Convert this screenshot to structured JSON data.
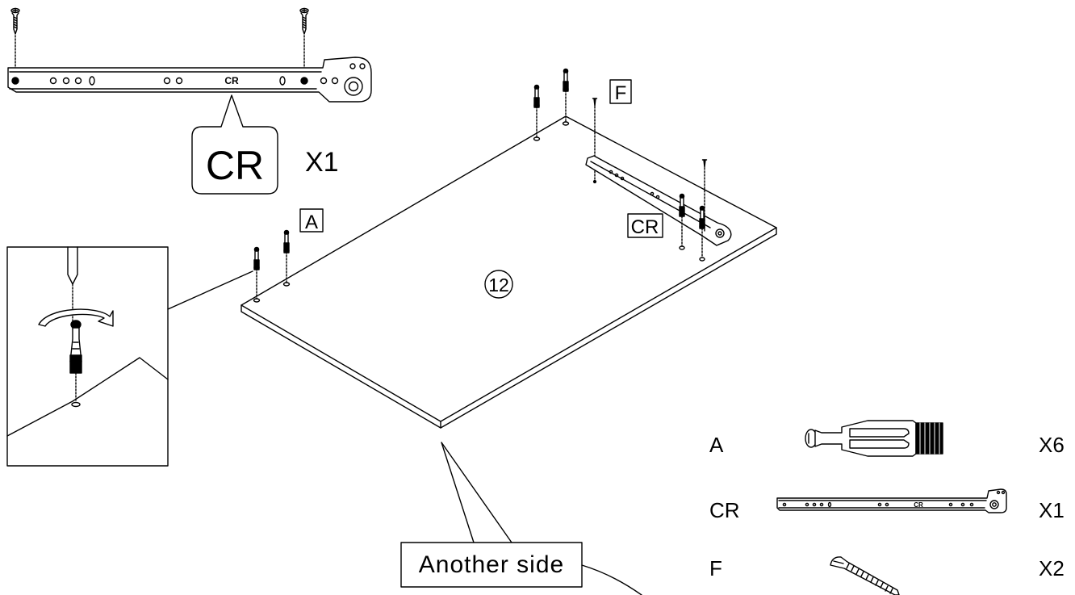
{
  "rail_callout": {
    "engraving": "CR",
    "label": "CR",
    "qty": "X1"
  },
  "panel": {
    "number": "12"
  },
  "callouts": {
    "a": "A",
    "f": "F",
    "cr": "CR",
    "another_side": "Another side"
  },
  "parts": [
    {
      "code": "A",
      "icon": "cam-dowel-icon",
      "qty": "X6"
    },
    {
      "code": "CR",
      "icon": "drawer-rail-icon",
      "qty": "X1"
    },
    {
      "code": "F",
      "icon": "wood-screw-icon",
      "qty": "X2"
    }
  ],
  "rail_small": {
    "engraving": "CR"
  },
  "colors": {
    "ink": "#000000",
    "paper": "#ffffff"
  }
}
